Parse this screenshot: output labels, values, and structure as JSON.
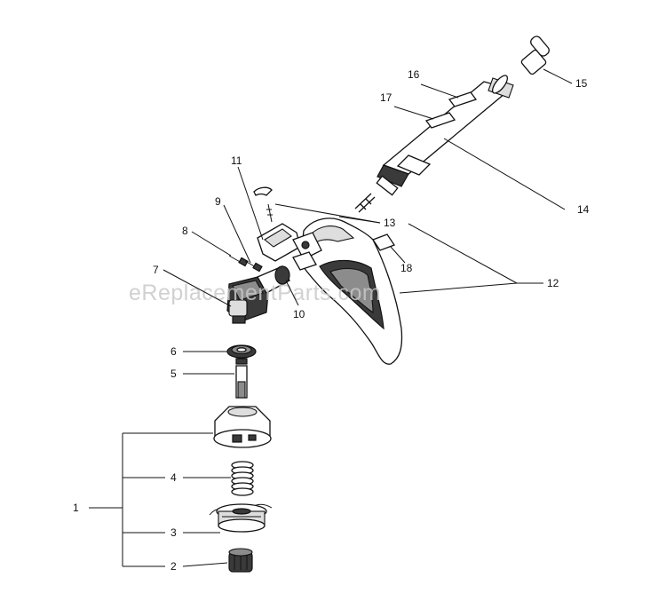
{
  "watermark": "eReplacementParts.com",
  "callouts": {
    "c1": "1",
    "c2": "2",
    "c3": "3",
    "c4": "4",
    "c5": "5",
    "c6": "6",
    "c7": "7",
    "c8": "8",
    "c9": "9",
    "c10": "10",
    "c11": "11",
    "c12": "12",
    "c13": "13",
    "c14": "14",
    "c15": "15",
    "c16": "16",
    "c17": "17",
    "c18": "18"
  }
}
